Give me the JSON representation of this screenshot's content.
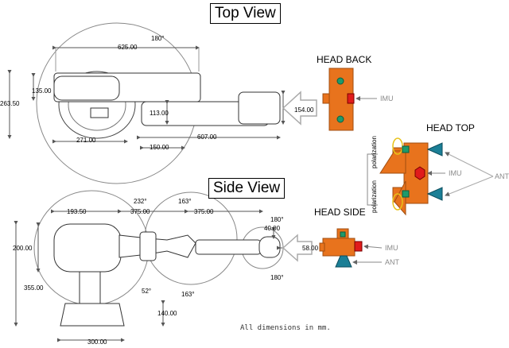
{
  "titles": {
    "top_view": "Top View",
    "side_view": "Side View",
    "head_back": "HEAD BACK",
    "head_top": "HEAD TOP",
    "head_side": "HEAD SIDE"
  },
  "top_view_dims": {
    "angle": "180°",
    "length_total": "625.00",
    "height_total": "263.50",
    "inner_height": "135.00",
    "arm_height": "113.00",
    "end_width": "154.00",
    "base_length": "271.00",
    "arm_offset": "150.00",
    "arm_length": "607.00"
  },
  "side_view_dims": {
    "angle_left": "232°",
    "angle_mid": "163°",
    "angle_right_top": "180°",
    "seg1": "193.50",
    "seg2": "375.00",
    "seg3": "375.00",
    "tip_height": "40.00",
    "body_height": "200.00",
    "tip_width": "58.00",
    "angle_bottom_right": "180°",
    "angle_lower": "163°",
    "angle_small": "52°",
    "height_total": "355.00",
    "base_height": "140.00",
    "base_width": "300.00"
  },
  "labels": {
    "imu_back": "IMU",
    "imu_top": "IMU",
    "imu_side": "IMU",
    "ant_top": "ANT",
    "ant_side": "ANT",
    "polarization_1": "polarization",
    "polarization_2": "polarization"
  },
  "note": "All dimensions in mm.",
  "colors": {
    "body": "#e8731d",
    "red": "#e01b1b",
    "green": "#1e9a6b",
    "teal": "#1b7f96",
    "yellow": "#e8c21a"
  }
}
